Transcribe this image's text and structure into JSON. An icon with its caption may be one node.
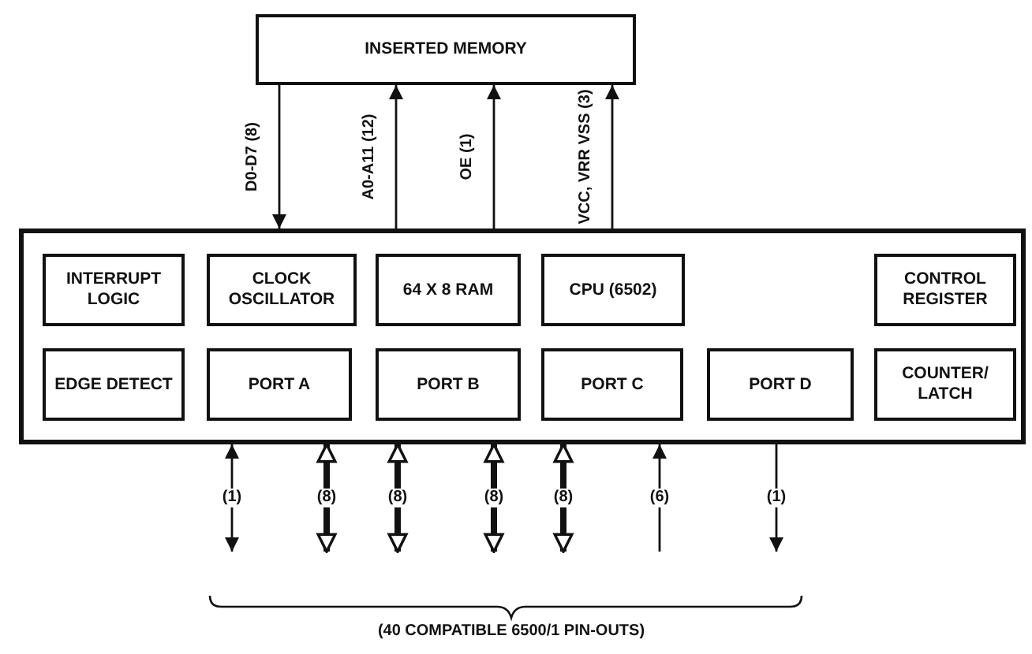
{
  "diagram": {
    "nodes": [
      {
        "text": [
          "INSERTED MEMORY"
        ]
      },
      {
        "text": [],
        "shape": "box"
      },
      {
        "text": [
          "INTERRUPT LOGIC"
        ],
        "in": 1
      },
      {
        "text": [
          "CLOCK OSCILLATOR"
        ],
        "in": 1
      },
      {
        "text": [
          "64 X 8 RAM"
        ],
        "in": 1
      },
      {
        "text": [
          "CPU (6502)"
        ],
        "in": 1
      },
      {
        "text": [
          "CONTROL REGISTER"
        ],
        "in": 1
      },
      {
        "text": [
          "EDGE DETECT"
        ],
        "in": 1
      },
      {
        "text": [
          "PORT A"
        ],
        "in": 1
      },
      {
        "text": [
          "PORT B"
        ],
        "in": 1
      },
      {
        "text": [
          "PORT C"
        ],
        "in": 1
      },
      {
        "text": [
          "PORT D"
        ],
        "in": 1
      },
      {
        "text": [
          "COUNTER/ LATCH"
        ],
        "in": 1
      }
    ],
    "edges": [
      {
        "from": 0,
        "to": 1,
        "arrow": "to",
        "label": "D0-D7 (8)"
      },
      {
        "from": 1,
        "to": 0,
        "arrow": "to",
        "label": "A0-A11 (12)"
      },
      {
        "from": 1,
        "to": 0,
        "arrow": "to",
        "label": "OE (1)"
      },
      {
        "from": 1,
        "to": 0,
        "arrow": "to",
        "label": "VCC, VRR VSS (3)"
      },
      {
        "from": null,
        "to": 1,
        "arrow": "both",
        "label": "(1)"
      },
      {
        "from": null,
        "to": 1,
        "arrow": "both",
        "label": "(8)",
        "style": "thick"
      },
      {
        "from": null,
        "to": 1,
        "arrow": "both",
        "label": "(8)",
        "style": "thick"
      },
      {
        "from": null,
        "to": 1,
        "arrow": "both",
        "label": "(8)",
        "style": "thick"
      },
      {
        "from": null,
        "to": 1,
        "arrow": "both",
        "label": "(8)",
        "style": "thick"
      },
      {
        "from": null,
        "to": 1,
        "arrow": "to",
        "label": "(6)"
      },
      {
        "from": 1,
        "to": null,
        "arrow": "to",
        "label": "(1)"
      }
    ],
    "labels": [
      "(40 COMPATIBLE 6500/1 PIN-OUTS)"
    ]
  }
}
